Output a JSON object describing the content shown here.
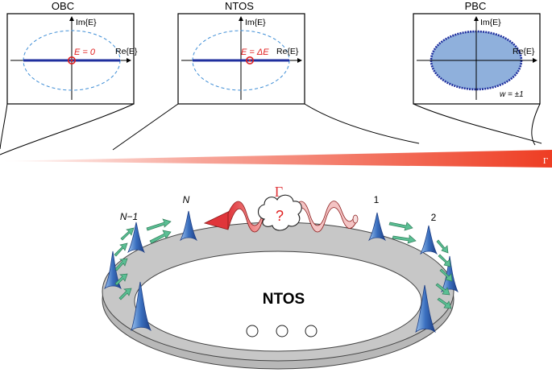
{
  "panels": [
    {
      "id": "obc",
      "title": "OBC",
      "re_label": "Re{E}",
      "im_label": "Im{E}",
      "marker_label": "E = 0"
    },
    {
      "id": "ntos",
      "title": "NTOS",
      "re_label": "Re{E}",
      "im_label": "Im{E}",
      "marker_label": "E = ΔE"
    },
    {
      "id": "pbc",
      "title": "PBC",
      "re_label": "Re{E}",
      "im_label": "Im{E}",
      "winding_label": "w = ±1"
    }
  ],
  "gradient_bar": {
    "label": "Γ"
  },
  "ring": {
    "center_label": "NTOS",
    "coupling_label": "Γ",
    "question_mark": "?",
    "site_labels": [
      "N",
      "N−1",
      "1",
      "2"
    ]
  },
  "colors": {
    "spectrum_line": "#1f2f9e",
    "ellipse_dashed": "#3f8ed6",
    "marker": "#e01f1f",
    "pbc_fill": "#8fb0dc",
    "gradient_red": "#ee3d23",
    "ring_gray": "#c4c4c4",
    "spin_blue": "#3a6fbf",
    "arrow_green": "#5bbf94"
  }
}
